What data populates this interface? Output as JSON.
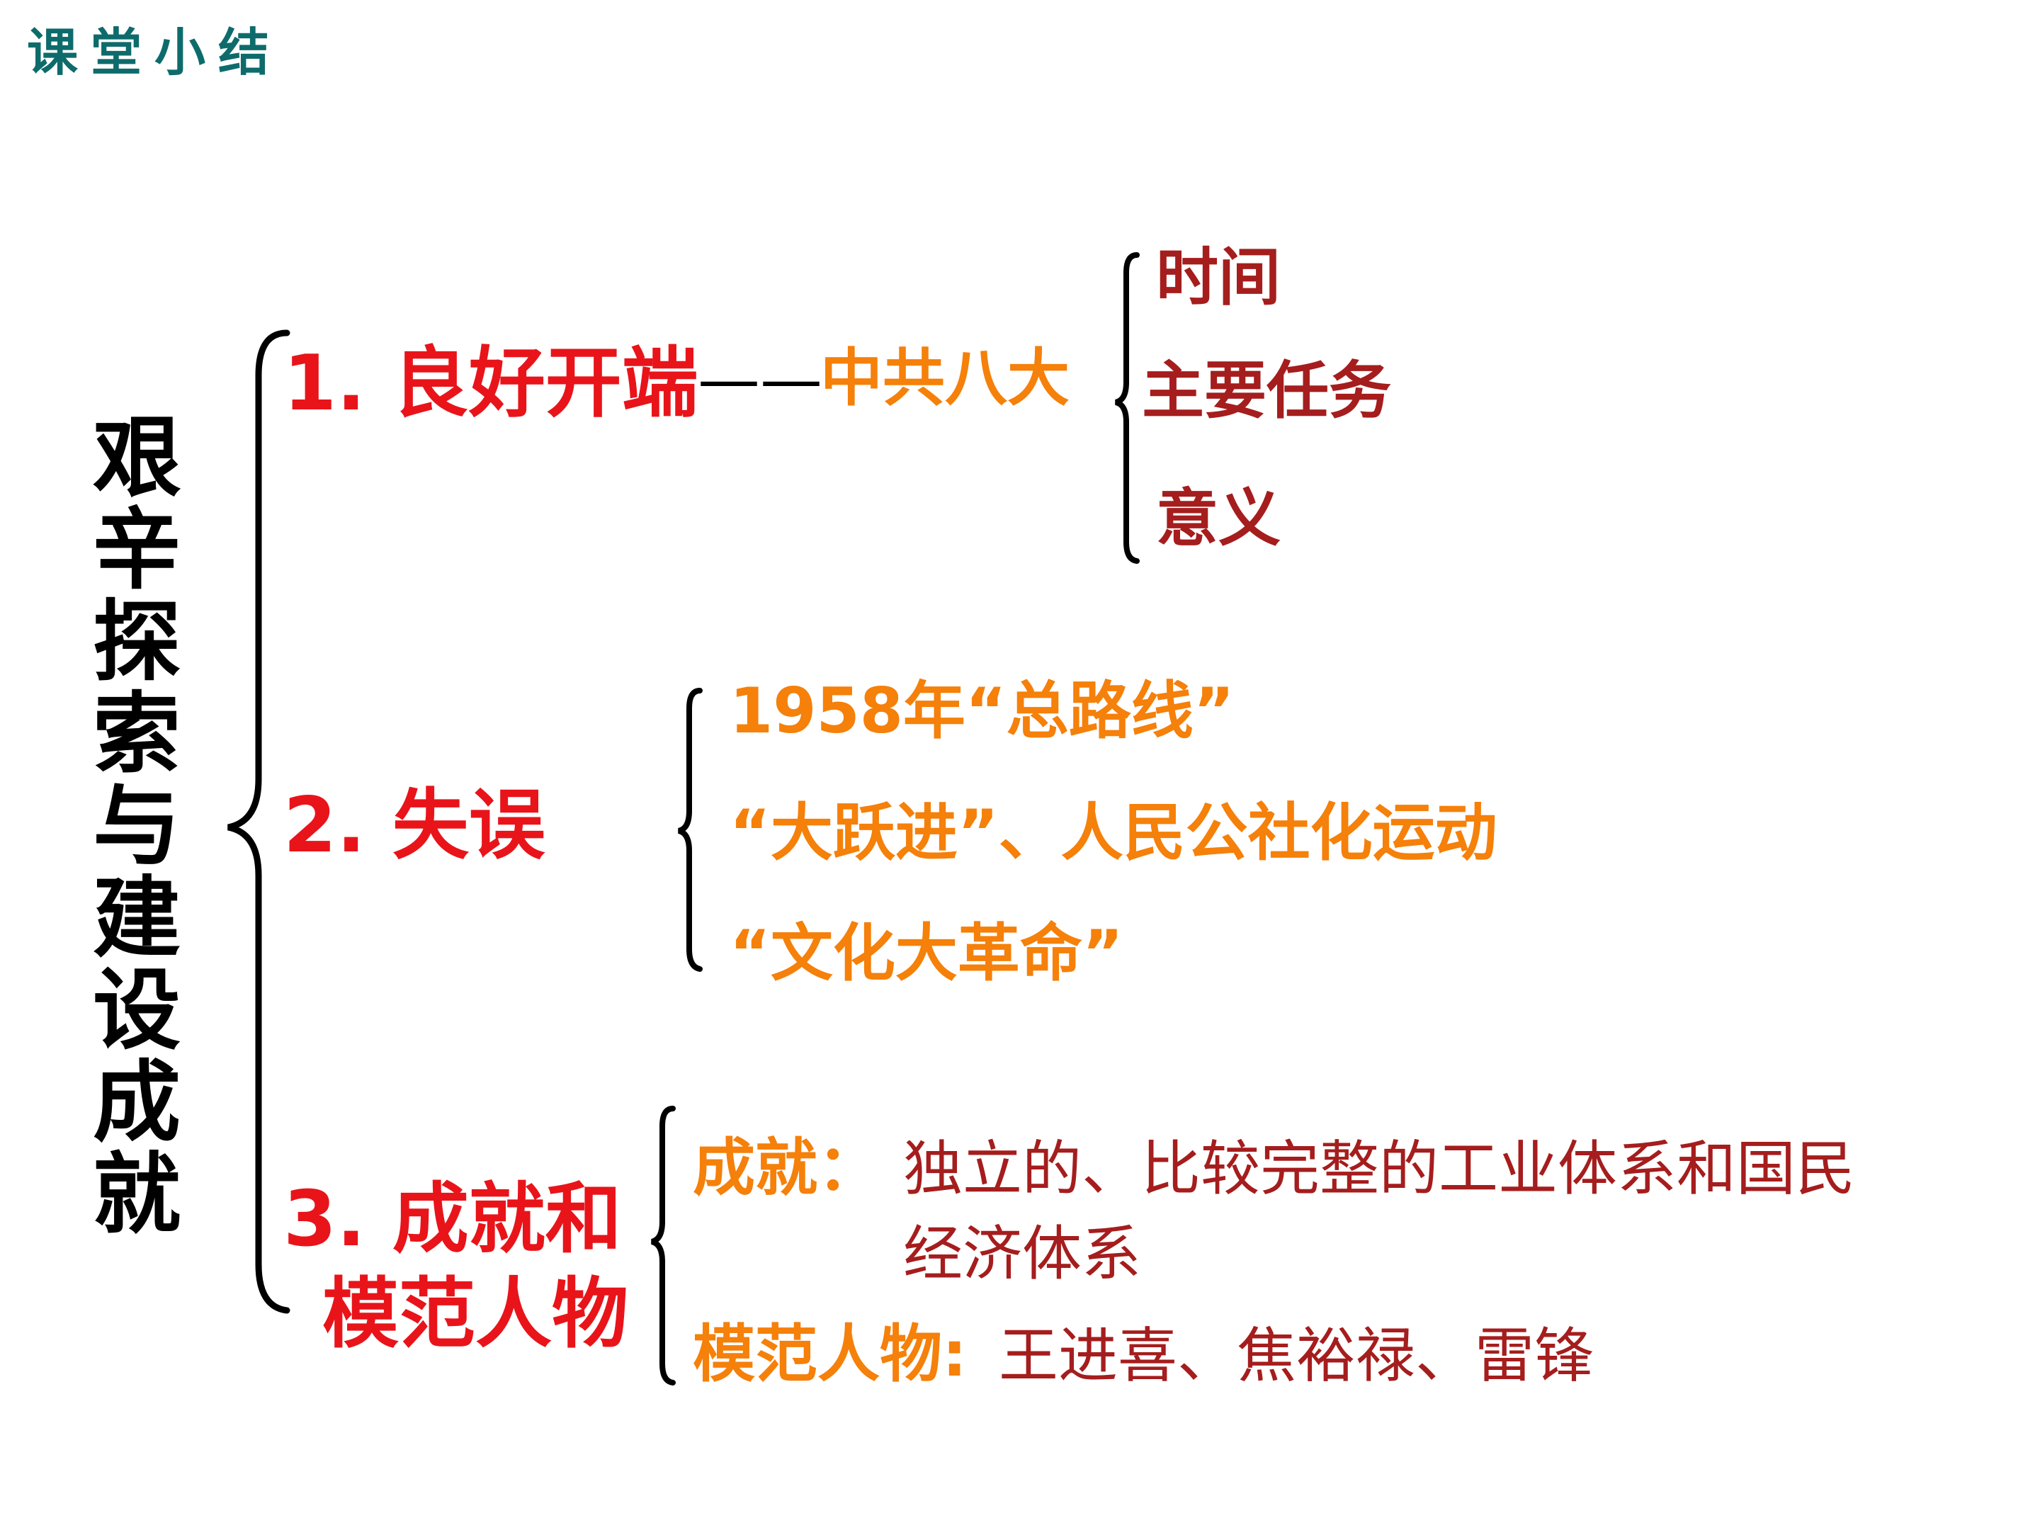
{
  "header": "课堂小结",
  "main_title": "艰辛探索与建设成就",
  "branch1": {
    "label": "1. 良好开端",
    "connector": "——",
    "topic": "中共八大",
    "items": [
      "时间",
      "主要任务",
      "意义"
    ]
  },
  "branch2": {
    "label": "2. 失误",
    "items": [
      "1958年“总路线”",
      "“大跃进”、人民公社化运动",
      "“文化大革命”"
    ]
  },
  "branch3": {
    "label_line1": "3. 成就和",
    "label_line2": "模范人物",
    "achievement_key": "成就：",
    "achievement_line1": "独立的、比较完整的工业体系和国民",
    "achievement_line2": "经济体系",
    "model_key": "模范人物:",
    "model_value": "王进喜、焦裕禄、雷锋"
  },
  "colors": {
    "header": "#0e6b6b",
    "level1": "#e8141a",
    "level2": "#f5800a",
    "level3": "#a51d1d",
    "title": "#000000"
  }
}
